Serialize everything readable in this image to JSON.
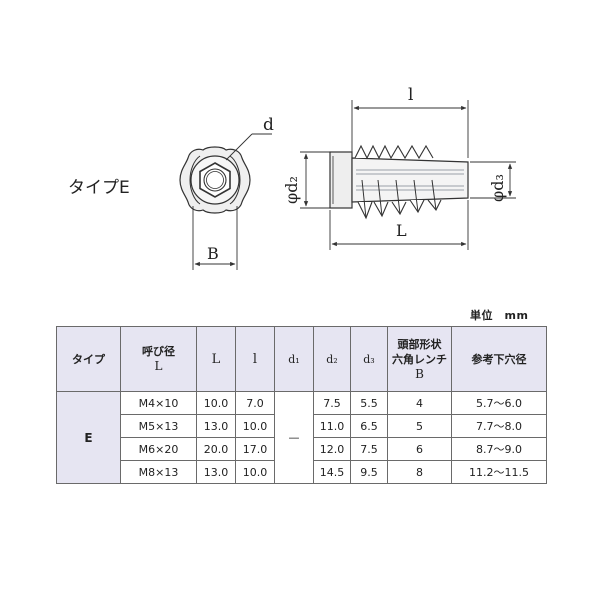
{
  "drawing": {
    "type_label": "タイプE",
    "labels": {
      "d": "d",
      "B": "B",
      "phi_d2": "φd₂",
      "phi_d3": "φd₃",
      "l": "l",
      "L": "L"
    },
    "colors": {
      "line": "#333333",
      "hatch": "#9aa0a8",
      "body_fill": "#e8e8e8"
    }
  },
  "table": {
    "unit_label": "単位　mm",
    "headers": {
      "type": "タイプ",
      "size_line1": "呼び径",
      "size_line2": "L",
      "L": "L",
      "l": "l",
      "d1": "d₁",
      "d2": "d₂",
      "d3": "d₃",
      "head_line1": "頭部形状",
      "head_line2": "六角レンチ",
      "head_line3": "B",
      "pilot": "参考下穴径"
    },
    "type_value": "E",
    "d1_value": "—",
    "rows": [
      {
        "size": "M4×10",
        "L": "10.0",
        "l": "7.0",
        "d2": "7.5",
        "d3": "5.5",
        "B": "4",
        "pilot": "5.7～6.0"
      },
      {
        "size": "M5×13",
        "L": "13.0",
        "l": "10.0",
        "d2": "11.0",
        "d3": "6.5",
        "B": "5",
        "pilot": "7.7～8.0"
      },
      {
        "size": "M6×20",
        "L": "20.0",
        "l": "17.0",
        "d2": "12.0",
        "d3": "7.5",
        "B": "6",
        "pilot": "8.7～9.0"
      },
      {
        "size": "M8×13",
        "L": "13.0",
        "l": "10.0",
        "d2": "14.5",
        "d3": "9.5",
        "B": "8",
        "pilot": "11.2～11.5"
      }
    ],
    "colors": {
      "header_bg": "#e6e5f2",
      "border": "#6a6a6a"
    }
  }
}
